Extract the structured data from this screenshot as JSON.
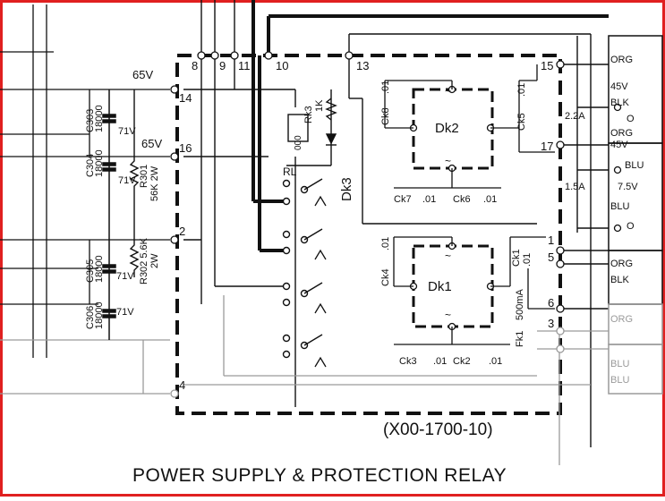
{
  "title": "POWER SUPPLY & PROTECTION RELAY",
  "board_id": "(X00-1700-10)",
  "terminals": {
    "t2": "2",
    "t4": "4",
    "t8": "8",
    "t9": "9",
    "t10": "10",
    "t11": "11",
    "t13": "13",
    "t14": "14",
    "t16": "16",
    "t15": "15",
    "t17": "17",
    "t1": "1",
    "t5": "5",
    "t6": "6",
    "t3": "3"
  },
  "voltages": {
    "v65a": "65V",
    "v65b": "65V"
  },
  "capacitors": {
    "c303": "C303",
    "c303v": "18000",
    "c303r": "71V",
    "c304": "C304",
    "c304v": "18000",
    "c304r": "71V",
    "c305": "C305",
    "c305v": "18000",
    "c305r": "71V",
    "c306": "C306",
    "c306v": "18000",
    "c306r": "71V"
  },
  "resistors": {
    "r301": "R301",
    "r301v": "56K 2W",
    "r302": "R302 5.6K",
    "r302v": "2W",
    "rk3": "Rk3",
    "rk3v": "1K"
  },
  "relay": {
    "rl": "RL",
    "coil": "000",
    "dk3": "Dk3"
  },
  "bridges": {
    "dk2": "Dk2",
    "dk1": "Dk1",
    "ck5": "Ck5",
    "ck5v": ".01",
    "ck6": "Ck6",
    "ck6v": ".01",
    "ck7": "Ck7",
    "ck7v": ".01",
    "ck8": "Ck8",
    "ck8v": ".01",
    "ck1": "Ck1",
    "ck1v": ".01",
    "ck2": "Ck2",
    "ck2v": ".01",
    "ck3": "Ck3",
    "ck3v": ".01",
    "ck4": "Ck4",
    "ck4v": ".01"
  },
  "fuses": {
    "f1": "2.2A",
    "f2": "1.5A",
    "fk1": "Fk1",
    "fk1v": "500mA"
  },
  "wires": {
    "w1": "ORG",
    "w2": "45V",
    "w3": "BLK",
    "w4": "O",
    "w5": "ORG",
    "w6": "45V",
    "w7": "BLU",
    "w8": "7.5V",
    "w9": "BLU",
    "w10": "O",
    "w11": "ORG",
    "w12": "BLK",
    "w13": "ORG",
    "w14": "BLU",
    "w15": "BLU"
  },
  "colors": {
    "border": "#e02020",
    "ink": "#111111",
    "faint": "#9a9a9a"
  }
}
